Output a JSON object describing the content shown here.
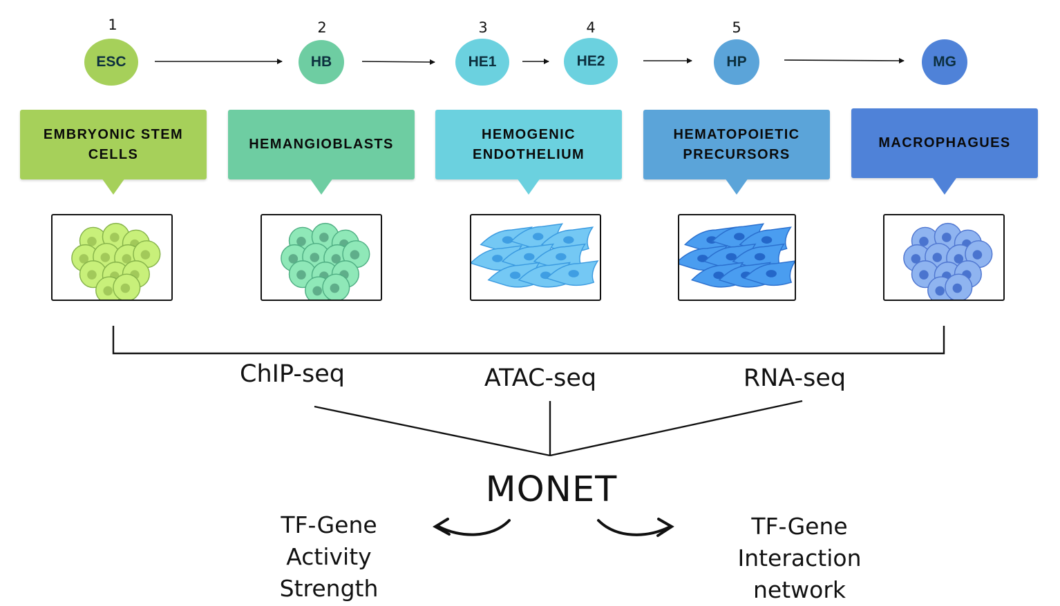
{
  "stages": [
    {
      "num": "1",
      "abbr": "ESC",
      "name_line1": "EMBRYONIC STEM",
      "name_line2": "CELLS",
      "color": "#a6d05a",
      "cell_fill": "#c8f07a",
      "nucleus": "#a2c95a",
      "cell_stroke": "#86b34a"
    },
    {
      "num": "2",
      "abbr": "HB",
      "name_line1": "HEMANGIOBLASTS",
      "name_line2": "",
      "color": "#6ecda2",
      "cell_fill": "#8fe8b8",
      "nucleus": "#5fae8a",
      "cell_stroke": "#4fae83"
    },
    {
      "num": "3",
      "abbr": "HE1",
      "name_line1": "HEMOGENIC",
      "name_line2": "ENDOTHELIUM",
      "color": "#6bd1df",
      "cell_fill": "#74c8f4",
      "nucleus": "#3f9ee3",
      "cell_stroke": "#3a9ae0"
    },
    {
      "num": "4",
      "abbr": "HE2",
      "name_line1": "",
      "name_line2": "",
      "color": "#6bd1df"
    },
    {
      "num": "5",
      "abbr": "HP",
      "name_line1": "HEMATOPOIETIC",
      "name_line2": "PRECURSORS",
      "color": "#5ba4d9",
      "cell_fill": "#4a9df0",
      "nucleus": "#2467c9",
      "cell_stroke": "#2a6fce"
    },
    {
      "num": "",
      "abbr": "MG",
      "name_line1": "MACROPHAGUES",
      "name_line2": "",
      "color": "#4f82d8",
      "cell_fill": "#8fb4f0",
      "nucleus": "#4a74cf",
      "cell_stroke": "#4f76d0"
    }
  ],
  "assays": [
    "ChIP-seq",
    "ATAC-seq",
    "RNA-seq"
  ],
  "method": "MONET",
  "outputs": {
    "left_line1": "TF-Gene Activity",
    "left_line2": "Strength",
    "right_line1": "TF-Gene Interaction",
    "right_line2": "network"
  }
}
